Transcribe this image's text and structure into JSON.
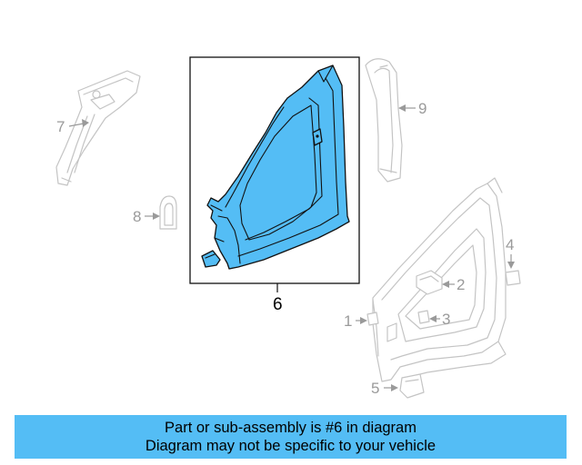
{
  "colors": {
    "highlight_fill": "#54bdf5",
    "outline": "#111111",
    "ghost_outline": "#c4c4c4",
    "callout_gray": "#9a9a9a",
    "banner_background": "#54bdf5"
  },
  "callouts": {
    "c1": "1",
    "c2": "2",
    "c3": "3",
    "c4": "4",
    "c5": "5",
    "c6": "6",
    "c7": "7",
    "c8": "8",
    "c9": "9"
  },
  "banner": {
    "line1": "Part or sub-assembly is #6 in diagram",
    "line2": "Diagram may not be specific to your vehicle"
  }
}
